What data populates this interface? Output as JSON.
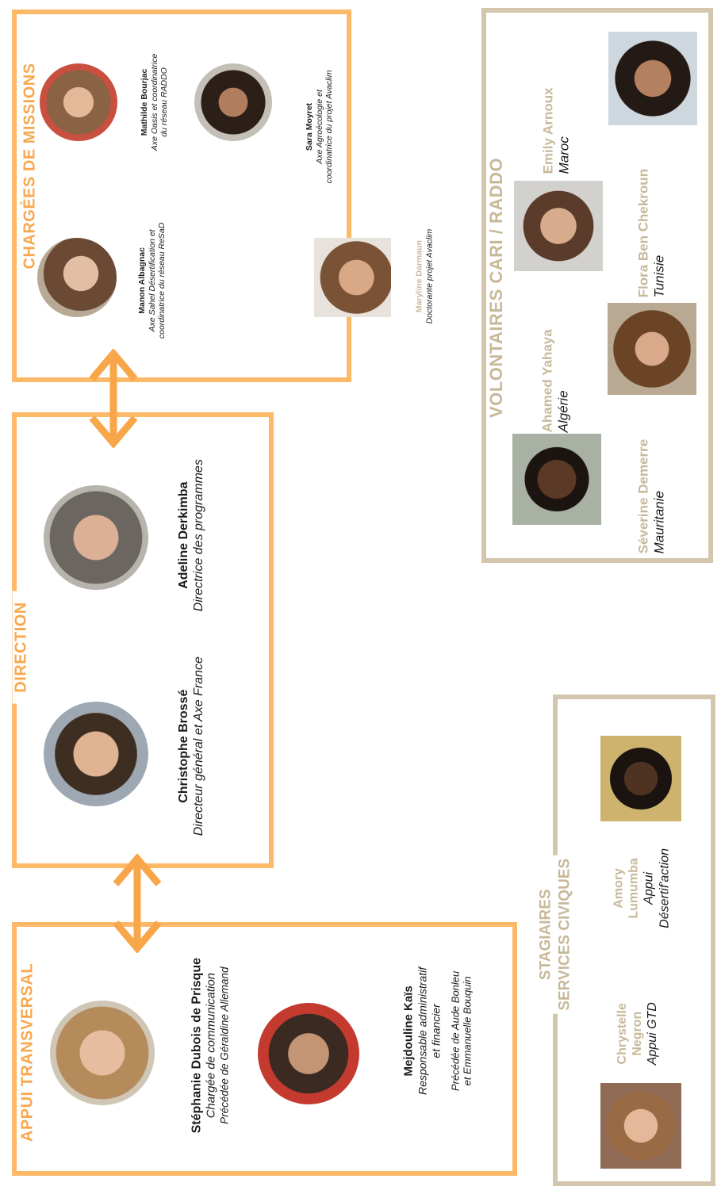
{
  "sections": {
    "missions": "CHARGÉES DE MISSIONS",
    "direction": "DIRECTION",
    "appui": "APPUI TRANSVERSAL",
    "volontaires": "VOLONTAIRES CARI / RADDO",
    "stagiaires_line1": "STAGIAIRES",
    "stagiaires_line2": "SERVICES CIVIQUES"
  },
  "missions": [
    {
      "name": "Manon Albagnac",
      "role1": "Axe Sahel Désertification et",
      "role2": "coordinatrice du réseau ReSaD"
    },
    {
      "name": "Mathilde Bourjac",
      "role1": "Axe Oasis et coordinatrice",
      "role2": "du réseau RADDO"
    },
    {
      "name": "Sara Moyret",
      "role1": "Axe Agroécologie et",
      "role2": "coordinatrice du projet Avaclim"
    },
    {
      "name": "Maryline Darmaun",
      "role1": "Doctorante projet Avaclim"
    }
  ],
  "direction": [
    {
      "name": "Adeline Derkimba",
      "role": "Directrice des programmes"
    },
    {
      "name": "Christophe Brossé",
      "role": "Directeur général et Axe France"
    }
  ],
  "appui": [
    {
      "name": "Stéphanie Dubois de Prisque",
      "role": "Chargée de communication",
      "prev": "Précédée de Géraldine Allemand"
    },
    {
      "name": "Mejdouline Kaïs",
      "role1": "Responsable administratif",
      "role2": "et financier",
      "prev1": "Précédée de Aude Bonleu",
      "prev2": "et Emmanuelle Bouquin"
    }
  ],
  "volontaires": [
    {
      "name": "Emily Arnoux",
      "country": "Maroc"
    },
    {
      "name": "Flora Ben Chekroun",
      "country": "Tunisie"
    },
    {
      "name": "Ahamed Yahaya",
      "country": "Algérie"
    },
    {
      "name": "Séverine Demerre",
      "country": "Mauritanie"
    }
  ],
  "stagiaires": [
    {
      "name1": "Amory",
      "name2": "Lumumba",
      "role1": "Appui",
      "role2": "Désertif'action"
    },
    {
      "name1": "Chrystelle",
      "name2": "Negron",
      "role1": "Appui GTD"
    }
  ],
  "colors": {
    "orange": "#fdb868",
    "beige": "#d4c6ad",
    "arrow": "#f8a64a"
  }
}
